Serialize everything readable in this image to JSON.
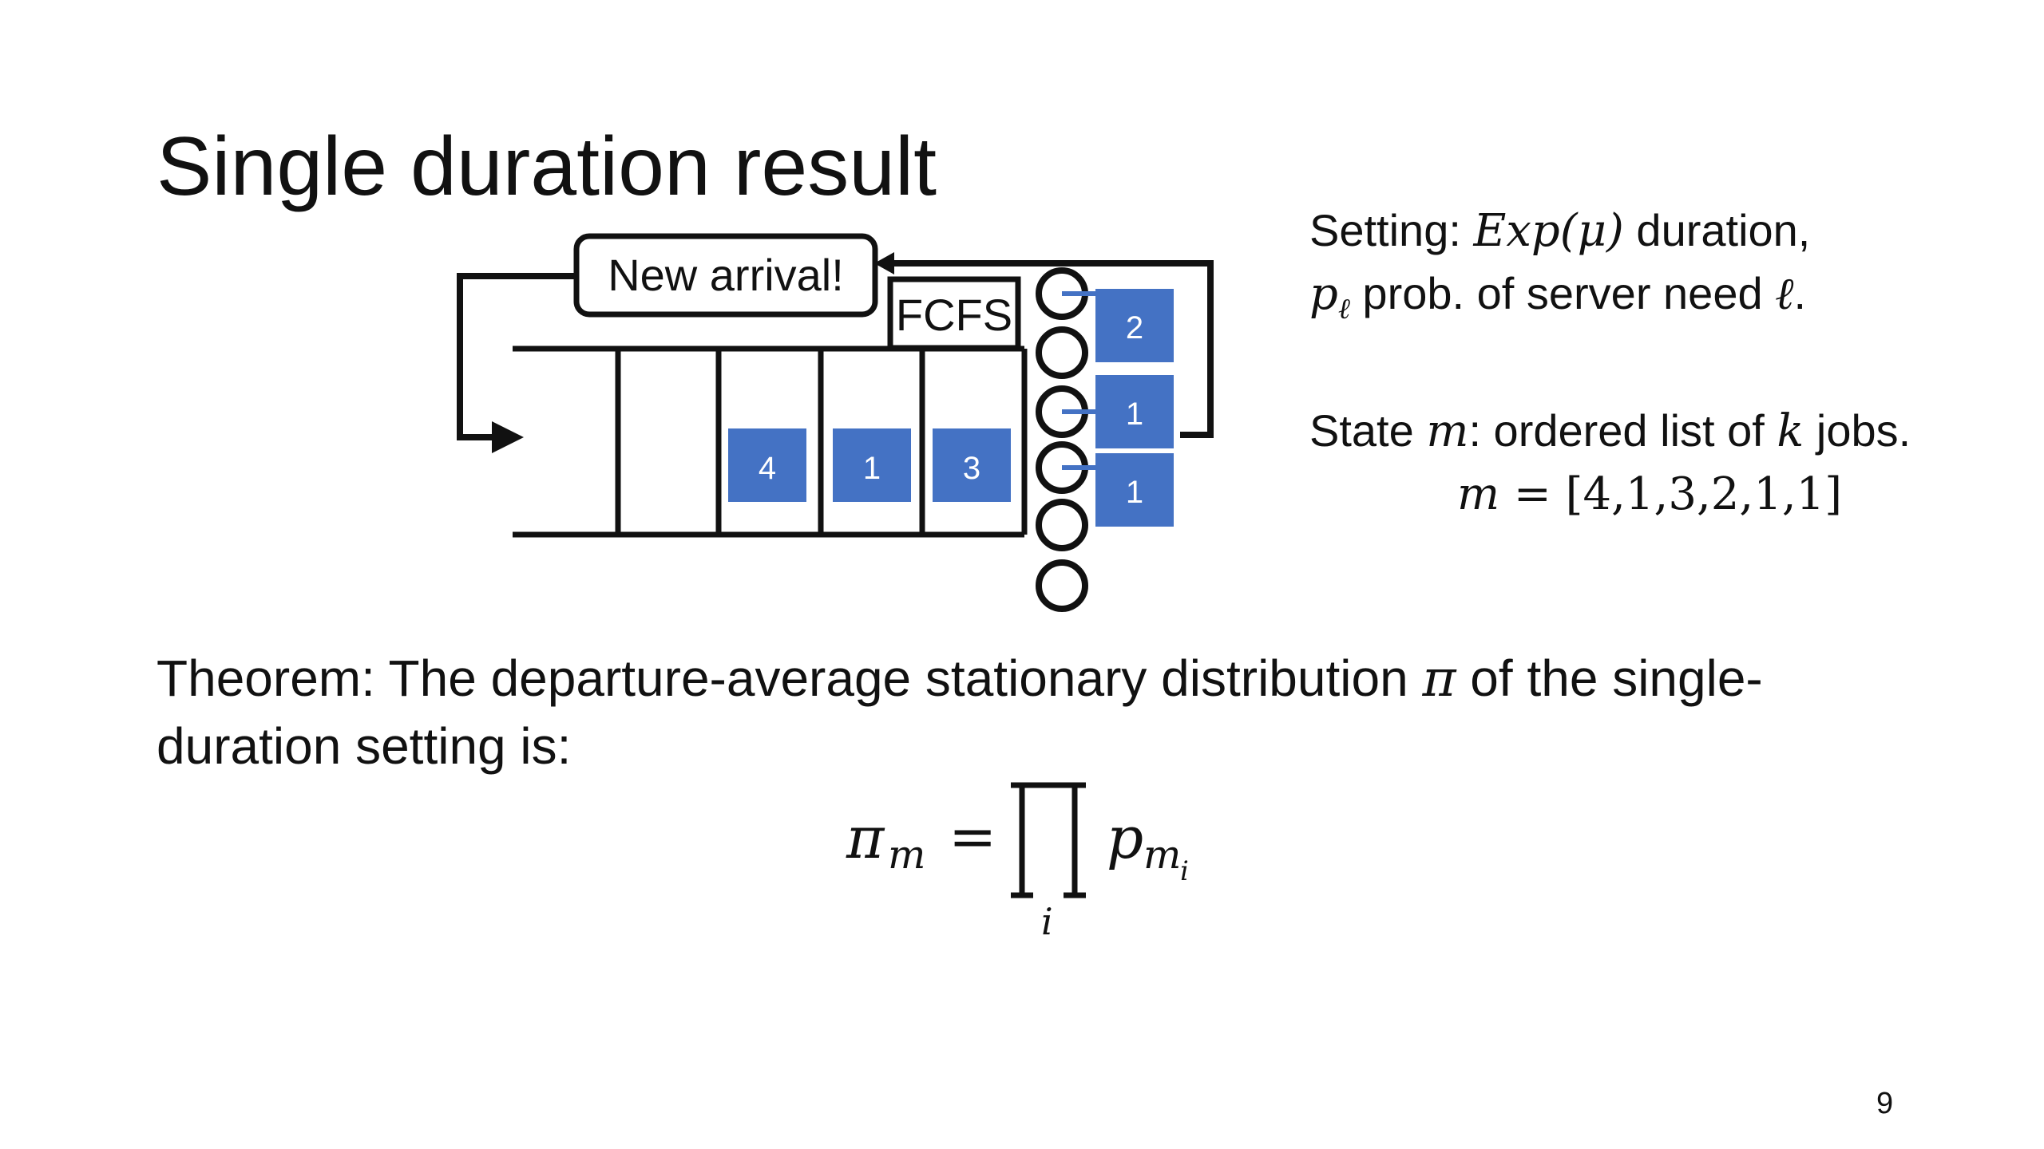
{
  "slide": {
    "title": "Single duration result",
    "page_number": "9"
  },
  "diagram": {
    "arrival_label": "New arrival!",
    "policy_label": "FCFS",
    "queue_jobs": [
      "4",
      "1",
      "3"
    ],
    "server_jobs": [
      "2",
      "1",
      "1"
    ],
    "job_color": "#4472C4",
    "line_color": "#111111"
  },
  "setting": {
    "line1_prefix": "Setting: ",
    "line1_math": "Exp(μ)",
    "line1_suffix": " duration,",
    "line2_math": "p",
    "line2_sub": "ℓ",
    "line2_text": " prob. of server need ",
    "line2_ell": "ℓ",
    "line2_end": ".",
    "state_prefix": "State ",
    "state_var": "m",
    "state_text": ": ordered list of ",
    "state_k": "k",
    "state_end": " jobs.",
    "state_eq_var": "m",
    "state_eq_rest": " = [4,1,3,2,1,1]"
  },
  "theorem": {
    "text_before": "Theorem: The departure-average stationary distribution ",
    "symbol": "π",
    "text_after": " of the single-duration setting is:"
  },
  "formula": {
    "pi": "π",
    "pi_sub": "m",
    "eq": "=",
    "prod": "∏",
    "prod_sub": "i",
    "p": "p",
    "p_sub": "m",
    "p_subsub": "i"
  }
}
